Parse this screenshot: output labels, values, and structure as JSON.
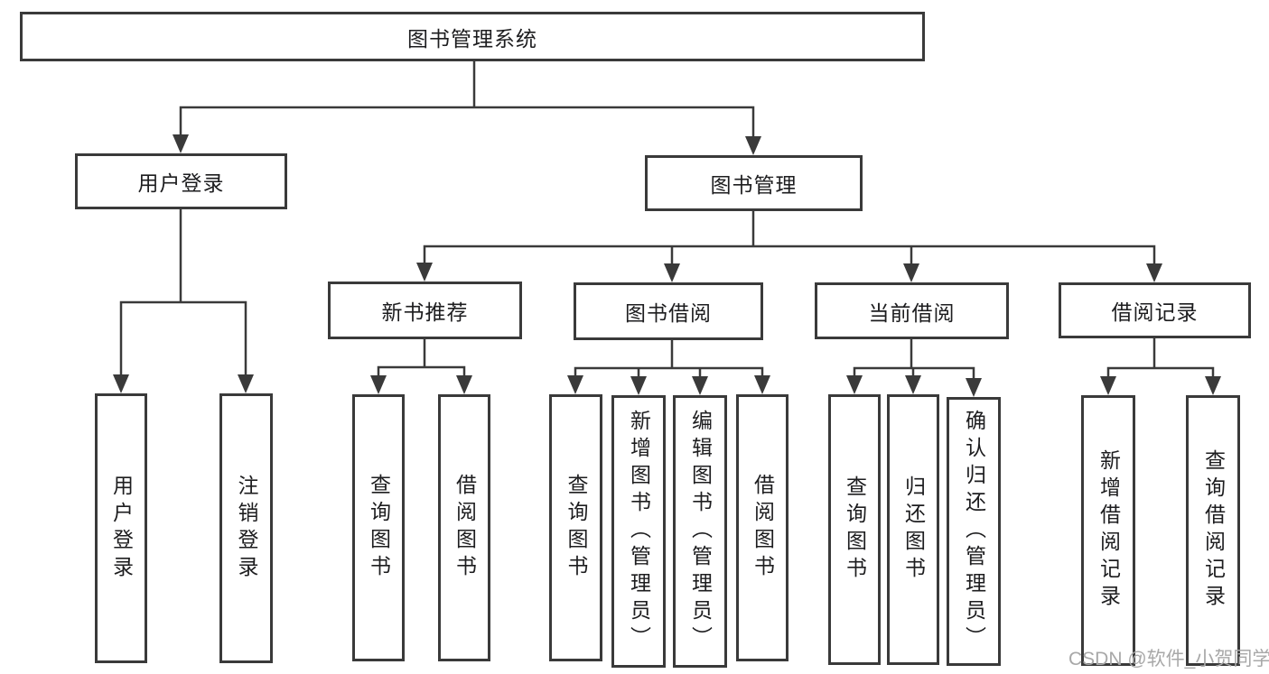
{
  "colors": {
    "line": "#3a3a3a",
    "box_border": "#3a3a3a",
    "text": "#1d1d1f",
    "watermark_gray": "#a8a8a8",
    "background": "#ffffff"
  },
  "tree": {
    "root": {
      "label": "图书管理系统"
    },
    "user_login": {
      "label": "用户登录",
      "children": [
        {
          "label": "用户登录"
        },
        {
          "label": "注销登录"
        }
      ]
    },
    "book_mgmt": {
      "label": "图书管理",
      "sections": [
        {
          "label": "新书推荐",
          "children": [
            {
              "label": "查询图书"
            },
            {
              "label": "借阅图书"
            }
          ]
        },
        {
          "label": "图书借阅",
          "children": [
            {
              "label": "查询图书"
            },
            {
              "label": "新增图书（管理员）"
            },
            {
              "label": "编辑图书（管理员）"
            },
            {
              "label": "借阅图书"
            }
          ]
        },
        {
          "label": "当前借阅",
          "children": [
            {
              "label": "查询图书"
            },
            {
              "label": "归还图书"
            },
            {
              "label": "确认归还（管理员）"
            }
          ]
        },
        {
          "label": "借阅记录",
          "children": [
            {
              "label": "新增借阅记录"
            },
            {
              "label": "查询借阅记录"
            }
          ]
        }
      ]
    }
  },
  "watermark": {
    "text": "CSDN @软件_小贺同学"
  }
}
